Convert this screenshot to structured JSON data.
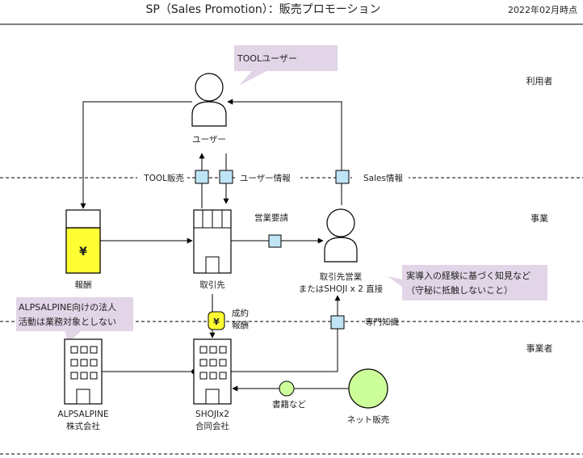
{
  "header": {
    "title": "SP（Sales Promotion）：販売プロモーション",
    "date": "2022年02月時点"
  },
  "lanes": {
    "user": "利用者",
    "business": "事業",
    "operator": "事業者"
  },
  "nodes": {
    "user_label": "ユーザー",
    "reward_label": "報酬",
    "reward_symbol": "¥",
    "client_label": "取引先",
    "client_sales_line1": "取引先営業",
    "client_sales_line2": "またはSHOJI x 2 直接",
    "alpsalpine_line1": "ALPSALPINE",
    "alpsalpine_line2": "株式会社",
    "shoji_line1": "SHOJIx2",
    "shoji_line2": "合同会社",
    "net_sales_label": "ネット販売",
    "yen_badge": "¥"
  },
  "edges": {
    "tool_sales": "TOOL販売",
    "user_info": "ユーザー情報",
    "sales_info": "Sales情報",
    "business_request": "営業要請",
    "contract_reward_line1": "成約",
    "contract_reward_line2": "報酬",
    "expertise": "専門知識",
    "books": "書籍など"
  },
  "callouts": {
    "tool_user": "TOOLユーザー",
    "alpsalpine_note_line1": "ALPSALPINE向けの法人",
    "alpsalpine_note_line2": "活動は業務対象としない",
    "knowledge_note_line1": "実導入の経験に基づく知見など",
    "knowledge_note_line2": "（守秘に抵触しないこと）"
  },
  "colors": {
    "callout_fill": "#e1d5e7",
    "reward_fill": "#ffff33",
    "net_sales_fill": "#ccff99",
    "message_fill": "#bfe4f6",
    "yen_badge_fill": "#ffff33"
  }
}
